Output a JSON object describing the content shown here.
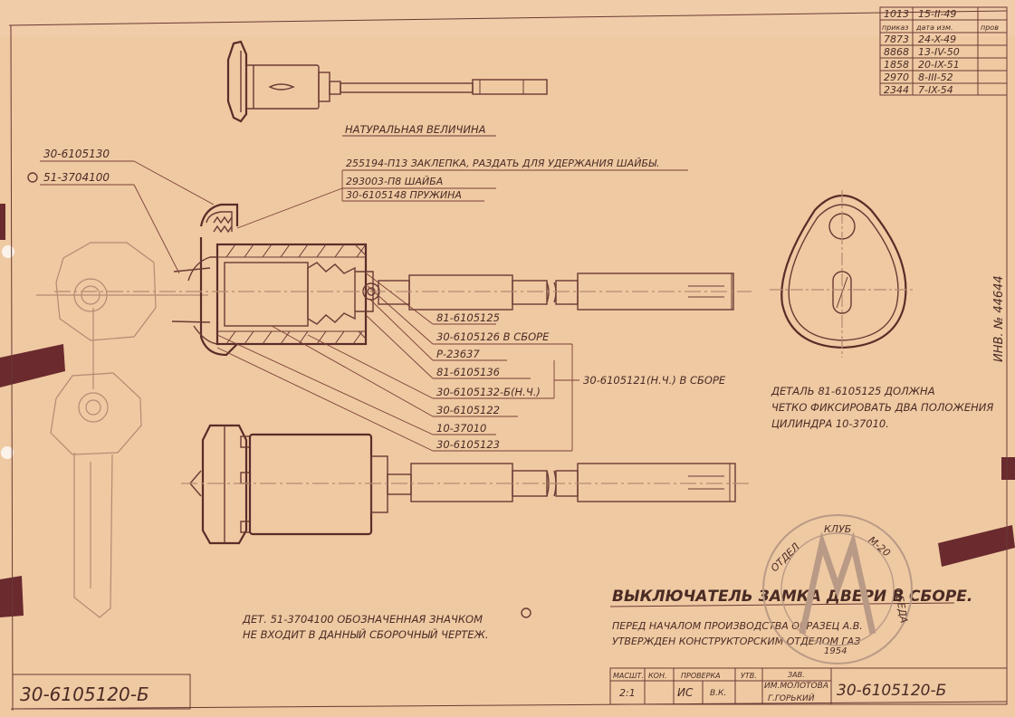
{
  "revisions": {
    "rows": [
      [
        "1013",
        "15-II-49"
      ],
      [
        "приказ",
        "дата изм.",
        "пров"
      ],
      [
        "7873",
        "24-X-49"
      ],
      [
        "8868",
        "13-IV-50"
      ],
      [
        "1858",
        "20-IX-51"
      ],
      [
        "2970",
        "8-III-52"
      ],
      [
        "2344",
        "7-IX-54"
      ]
    ]
  },
  "labels": {
    "natural_size": "НАТУРАЛЬНАЯ ВЕЛИЧИНА",
    "part_30_6105130": "30-6105130",
    "part_51_3704100": "51-3704100",
    "rivet": "255194-П13 ЗАКЛЕПКА, РАЗДАТЬ ДЛЯ УДЕРЖАНИЯ ШАЙБЫ.",
    "washer": "293003-П8 ШАЙБА",
    "spring": "30-6105148 ПРУЖИНА",
    "right_labels": [
      "81-6105125",
      "30-6105126 В СБОРЕ",
      "Р-23637",
      "81-6105136",
      "30-6105132-Б(Н.Ч.)",
      "30-6105122",
      "10-37010",
      "30-6105123"
    ],
    "assembly_ref": "30-6105121(Н.Ч.) В СБОРЕ",
    "detail_note": [
      "ДЕТАЛЬ 81-6105125 ДОЛЖНА",
      "ЧЕТКО ФИКСИРОВАТЬ ДВА ПОЛОЖЕНИЯ",
      "ЦИЛИНДРА 10-37010."
    ],
    "inv_number": "ИНВ. № 44644",
    "bottom_note": [
      "ДЕТ. 51-3704100 ОБОЗНАЧЕННАЯ ЗНАЧКОМ",
      "НЕ ВХОДИТ В ДАННЫЙ СБОРОЧНЫЙ ЧЕРТЕЖ."
    ],
    "title": "ВЫКЛЮЧАТЕЛЬ ЗАМКА ДВЕРИ В СБОРЕ.",
    "approval": [
      "ПЕРЕД НАЧАЛОМ ПРОИЗВОДСТВА ОБРАЗЕЦ А.В.",
      "УТВЕРЖДЕН КОНСТРУКТОРСКИМ ОТДЕЛОМ ГАЗ"
    ]
  },
  "title_block": {
    "scale_header": "МАСШТ.",
    "control_header": "КОН.",
    "check_header": "ПРОВЕРКА",
    "approve_header": "УТВ.",
    "plant_header": "ЗАВ.",
    "scale_value": "2:1",
    "control_value": "ИС",
    "check_value": "В.К.",
    "plant_name": "ИМ.МОЛОТОВА",
    "city": "Г.ГОРЬКИЙ",
    "drawing_number": "30-6105120-Б"
  },
  "corner_number": "30-6105120-Б",
  "stamp": {
    "text_left": "ОТДЕЛ",
    "text_mid": "КЛУБ",
    "text_right": "ОБЕДА",
    "text_code": "М-20",
    "year": "1954"
  }
}
